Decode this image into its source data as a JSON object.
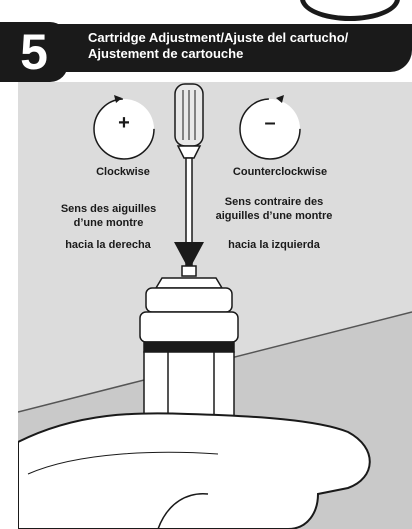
{
  "step": {
    "number": "5",
    "title": "Cartridge Adjustment/Ajuste del cartucho/ Ajustement de cartouche"
  },
  "icons": {
    "clockwise_symbol": "+",
    "counterclockwise_symbol": "–"
  },
  "labels": {
    "clockwise_en": "Clockwise",
    "clockwise_fr": "Sens des aiguilles d’une montre",
    "clockwise_es": "hacia la derecha",
    "counterclockwise_en": "Counterclockwise",
    "counterclockwise_fr": "Sens contraire des aiguilles d’une montre",
    "counterclockwise_es": "hacia la izquierda"
  }
}
